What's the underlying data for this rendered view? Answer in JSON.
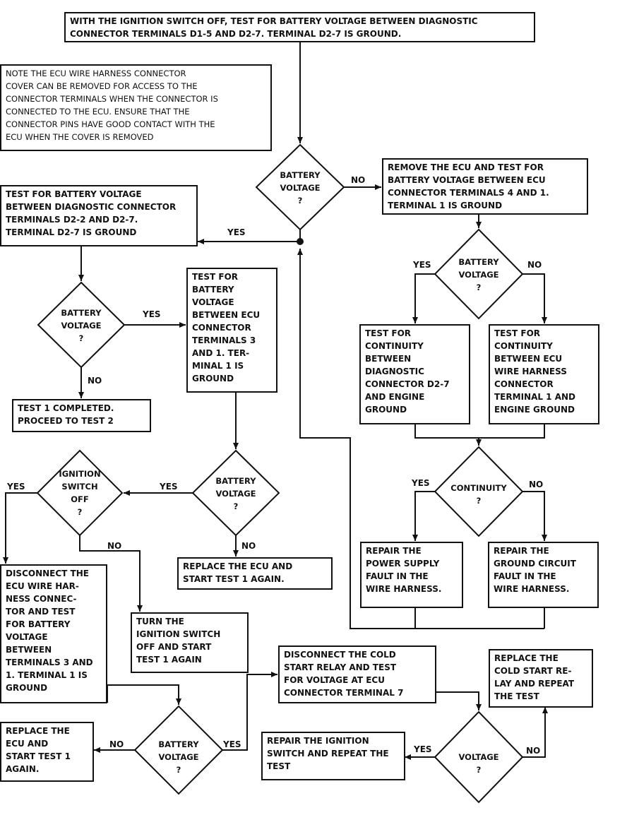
{
  "boxes": {
    "start": "WITH THE IGNITION SWITCH OFF, TEST FOR BATTERY VOLTAGE BETWEEN DIAGNOSTIC\nCONNECTOR TERMINALS D1-5 AND D2-7. TERMINAL D2-7 IS GROUND.",
    "note": "NOTE THE ECU WIRE HARNESS CONNECTOR\nCOVER CAN BE REMOVED FOR ACCESS TO THE\nCONNECTOR TERMINALS WHEN THE CONNECTOR IS\nCONNECTED TO THE ECU. ENSURE THAT THE\nCONNECTOR PINS HAVE GOOD CONTACT WITH THE\nECU WHEN THE COVER IS REMOVED",
    "remove_ecu": "REMOVE THE ECU AND TEST FOR\nBATTERY VOLTAGE BETWEEN ECU\nCONNECTOR TERMINALS 4 AND 1.\nTERMINAL 1 IS GROUND",
    "test_d22": "TEST FOR BATTERY VOLTAGE\nBETWEEN DIAGNOSTIC CONNECTOR\nTERMINALS D2-2 AND D2-7.\nTERMINAL D2-7 IS GROUND",
    "test_ecu31": "TEST FOR\nBATTERY\nVOLTAGE\nBETWEEN ECU\nCONNECTOR\nTERMINALS 3\nAND 1. TER-\nMINAL 1 IS\nGROUND",
    "test_cont_diag": "TEST FOR\nCONTINUITY\nBETWEEN\nDIAGNOSTIC\nCONNECTOR D2-7\nAND ENGINE\nGROUND",
    "test_cont_ecu": "TEST FOR\nCONTINUITY\nBETWEEN ECU\nWIRE HARNESS\nCONNECTOR\nTERMINAL 1 AND\nENGINE GROUND",
    "test1_done": "TEST 1 COMPLETED.\nPROCEED TO TEST 2",
    "replace_ecu_top": "REPLACE THE ECU AND\nSTART TEST 1 AGAIN.",
    "repair_power": "REPAIR THE\nPOWER SUPPLY\nFAULT IN THE\nWIRE HARNESS.",
    "repair_ground": "REPAIR THE\nGROUND CIRCUIT\nFAULT IN THE\nWIRE HARNESS.",
    "disconnect_ecu": "DISCONNECT THE\nECU WIRE HAR-\nNESS CONNEC-\nTOR AND TEST\nFOR BATTERY\nVOLTAGE\nBETWEEN\nTERMINALS 3 AND\n1. TERMINAL 1 IS\nGROUND",
    "turn_ign": "TURN THE\nIGNITION SWITCH\nOFF AND START\nTEST 1 AGAIN",
    "disconnect_cold": "DISCONNECT THE COLD\nSTART RELAY AND TEST\nFOR VOLTAGE AT ECU\nCONNECTOR TERMINAL 7",
    "replace_cold": "REPLACE THE\nCOLD START RE-\nLAY AND REPEAT\nTHE TEST",
    "replace_ecu_bottom": "REPLACE THE\nECU AND\nSTART TEST 1\nAGAIN.",
    "repair_ign": "REPAIR THE IGNITION\nSWITCH AND REPEAT THE\nTEST"
  },
  "decisions": {
    "d1": "BATTERY\nVOLTAGE\n?",
    "d2": "BATTERY\nVOLTAGE\n?",
    "d3": "BATTERY\nVOLTAGE\n?",
    "d4": "BATTERY\nVOLTAGE\n?",
    "d5": "CONTINUITY\n?",
    "d6": "IGNITION\nSWITCH\nOFF\n?",
    "d7": "BATTERY\nVOLTAGE\n?",
    "d8": "VOLTAGE\n?"
  },
  "labels": {
    "yes": "YES",
    "no": "NO"
  }
}
